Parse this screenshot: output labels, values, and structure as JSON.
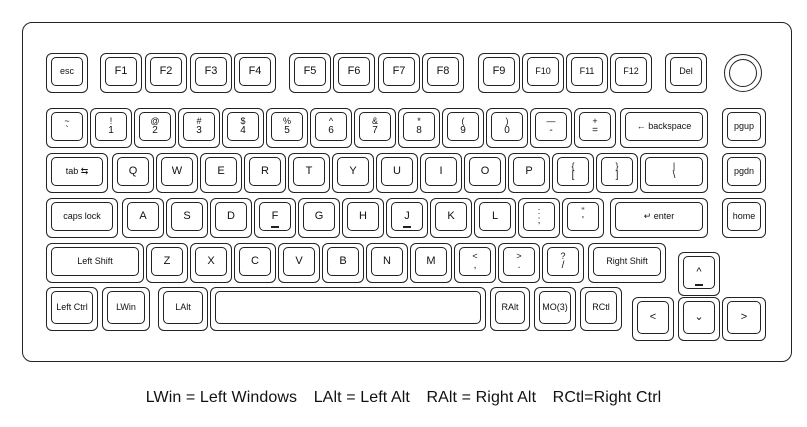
{
  "rows": {
    "fn": [
      {
        "label": "esc"
      },
      {
        "label": "F1"
      },
      {
        "label": "F2"
      },
      {
        "label": "F3"
      },
      {
        "label": "F4"
      },
      {
        "label": "F5"
      },
      {
        "label": "F6"
      },
      {
        "label": "F7"
      },
      {
        "label": "F8"
      },
      {
        "label": "F9"
      },
      {
        "label": "F10"
      },
      {
        "label": "F11"
      },
      {
        "label": "F12"
      },
      {
        "label": "Del"
      }
    ],
    "num": [
      {
        "top": "~",
        "bottom": "`"
      },
      {
        "top": "!",
        "bottom": "1"
      },
      {
        "top": "@",
        "bottom": "2"
      },
      {
        "top": "#",
        "bottom": "3"
      },
      {
        "top": "$",
        "bottom": "4"
      },
      {
        "top": "%",
        "bottom": "5"
      },
      {
        "top": "^",
        "bottom": "6"
      },
      {
        "top": "&",
        "bottom": "7"
      },
      {
        "top": "*",
        "bottom": "8"
      },
      {
        "top": "(",
        "bottom": "9"
      },
      {
        "top": ")",
        "bottom": "0"
      },
      {
        "top": "—",
        "bottom": "-"
      },
      {
        "top": "+",
        "bottom": "="
      },
      {
        "label": "← backspace"
      },
      {
        "label": "pgup"
      }
    ],
    "tab": [
      {
        "label": "tab ⇆"
      },
      {
        "label": "Q"
      },
      {
        "label": "W"
      },
      {
        "label": "E"
      },
      {
        "label": "R"
      },
      {
        "label": "T"
      },
      {
        "label": "Y"
      },
      {
        "label": "U"
      },
      {
        "label": "I"
      },
      {
        "label": "O"
      },
      {
        "label": "P"
      },
      {
        "top": "{",
        "bottom": "["
      },
      {
        "top": "}",
        "bottom": "]"
      },
      {
        "top": "|",
        "bottom": "\\"
      },
      {
        "label": "pgdn"
      }
    ],
    "caps": [
      {
        "label": "caps lock"
      },
      {
        "label": "A"
      },
      {
        "label": "S"
      },
      {
        "label": "D"
      },
      {
        "label": "F"
      },
      {
        "label": "G"
      },
      {
        "label": "H"
      },
      {
        "label": "J"
      },
      {
        "label": "K"
      },
      {
        "label": "L"
      },
      {
        "top": ":",
        "bottom": ";"
      },
      {
        "top": "\"",
        "bottom": "'"
      },
      {
        "label": "↵ enter"
      },
      {
        "label": "home"
      }
    ],
    "shift": [
      {
        "label": "Left Shift"
      },
      {
        "label": "Z"
      },
      {
        "label": "X"
      },
      {
        "label": "C"
      },
      {
        "label": "V"
      },
      {
        "label": "B"
      },
      {
        "label": "N"
      },
      {
        "label": "M"
      },
      {
        "top": "<",
        "bottom": ","
      },
      {
        "top": ">",
        "bottom": "."
      },
      {
        "top": "?",
        "bottom": "/"
      },
      {
        "label": "Right Shift"
      },
      {
        "label": "^"
      }
    ],
    "bottom": [
      {
        "label": "Left Ctrl"
      },
      {
        "label": "LWin"
      },
      {
        "label": "LAlt"
      },
      {
        "label": ""
      },
      {
        "label": "RAlt"
      },
      {
        "label": "MO(3)"
      },
      {
        "label": "RCtl"
      },
      {
        "label": "<"
      },
      {
        "label": "⌄"
      },
      {
        "label": ">"
      }
    ]
  },
  "caption": {
    "part1": "LWin = Left Windows",
    "part2": "LAlt = Left Alt",
    "part3": "RAlt = Right Alt",
    "part4": "RCtl=Right Ctrl"
  }
}
